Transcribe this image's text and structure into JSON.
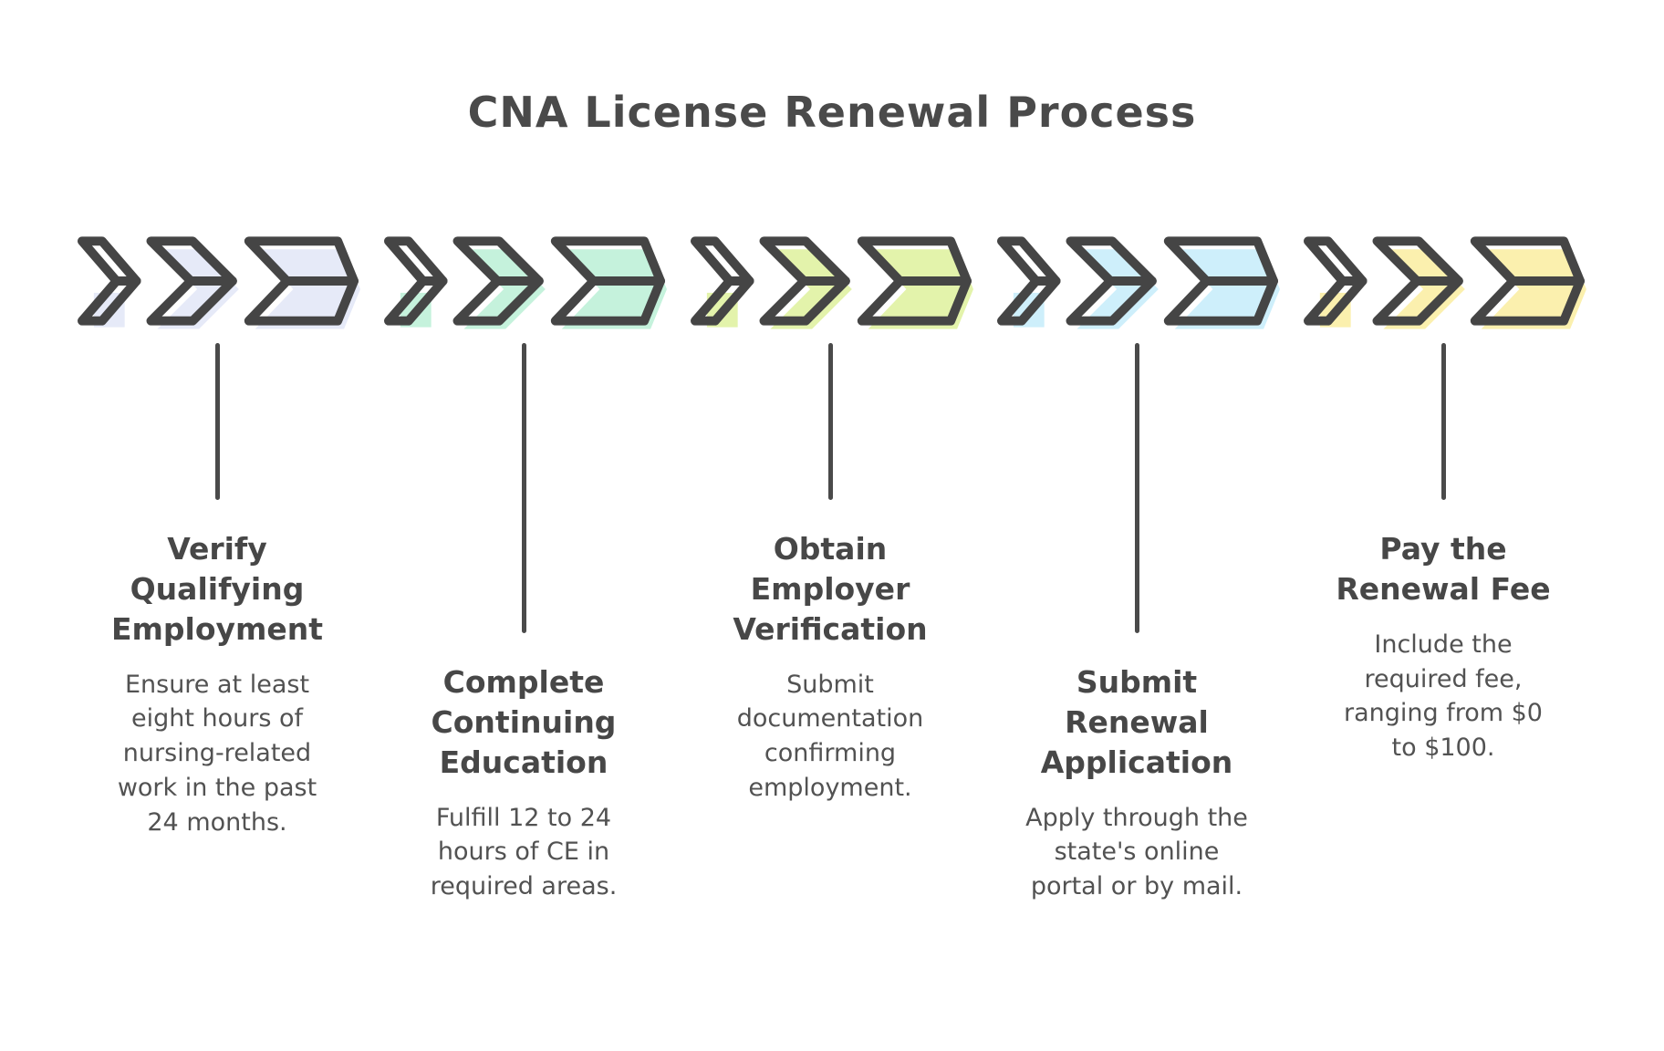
{
  "title": "CNA License Renewal Process",
  "colors": {
    "outline": "#454545",
    "heading_text": "#4a4a4a",
    "body_text": "#525252",
    "connector": "#4a4a4a",
    "background": "#ffffff"
  },
  "steps": [
    {
      "icon": "triple-chevron-right-icon",
      "accent": "#e6eaf8",
      "title": "Verify\nQualifying\nEmployment",
      "description": "Ensure at least\neight hours of\nnursing-related\nwork in the past\n24 months."
    },
    {
      "icon": "triple-chevron-right-icon",
      "accent": "#c5f2dc",
      "title": "Complete\nContinuing\nEducation",
      "description": "Fulfill 12 to 24\nhours of CE in\nrequired areas."
    },
    {
      "icon": "triple-chevron-right-icon",
      "accent": "#e3f3ab",
      "title": "Obtain\nEmployer\nVerification",
      "description": "Submit\ndocumentation\nconfirming\nemployment."
    },
    {
      "icon": "triple-chevron-right-icon",
      "accent": "#ceeffb",
      "title": "Submit\nRenewal\nApplication",
      "description": "Apply through the\nstate's online\nportal or by mail."
    },
    {
      "icon": "triple-chevron-right-icon",
      "accent": "#fbf0ae",
      "title": "Pay the\nRenewal Fee",
      "description": "Include the\nrequired fee,\nranging from $0\nto $100."
    }
  ]
}
